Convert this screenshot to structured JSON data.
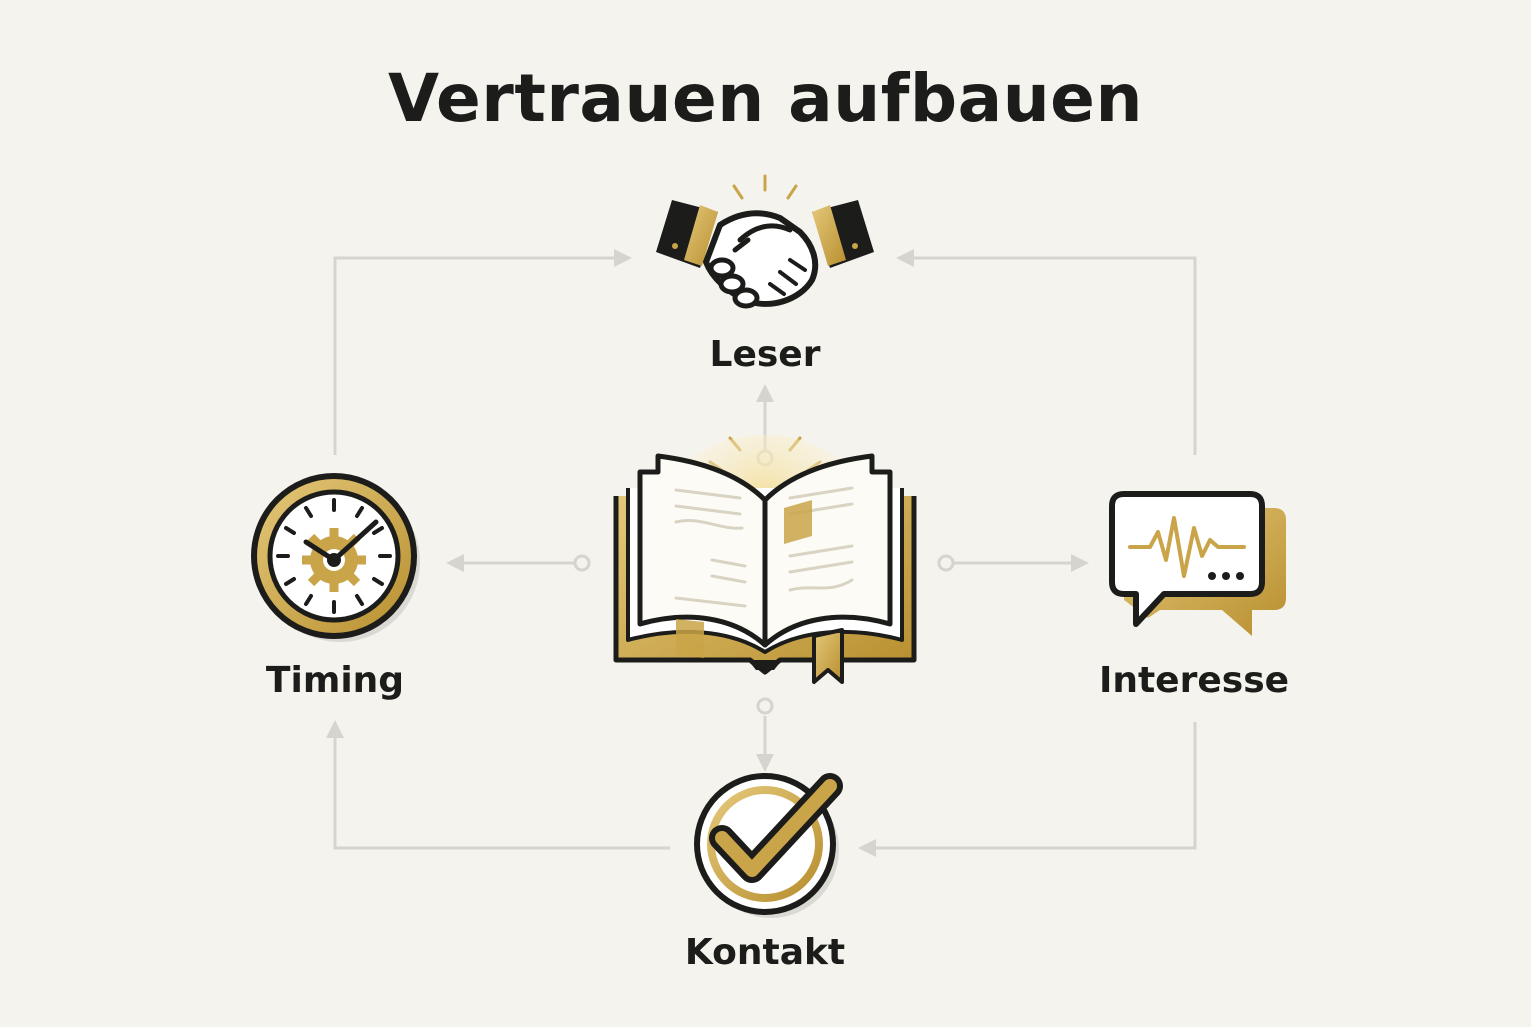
{
  "title": "Vertrauen aufbauen",
  "nodes": {
    "top": {
      "label": "Leser",
      "icon": "handshake-icon"
    },
    "right": {
      "label": "Interesse",
      "icon": "chat-bubble-waveform-icon"
    },
    "bottom": {
      "label": "Kontakt",
      "icon": "checkmark-circle-icon"
    },
    "left": {
      "label": "Timing",
      "icon": "clock-gear-icon"
    },
    "center": {
      "icon": "open-book-icon"
    }
  },
  "colors": {
    "background": "#f5f3ee",
    "ink": "#1c1c1a",
    "gold": "#c9a448",
    "gold_light": "#e8d28a",
    "connector": "#d4d2cc"
  }
}
